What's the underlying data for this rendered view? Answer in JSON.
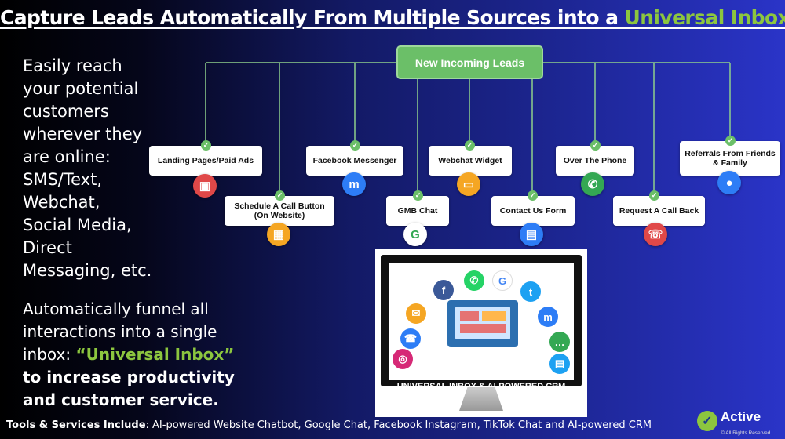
{
  "title": {
    "part1": "Capture Leads Automatically From Multiple Sources into a ",
    "highlight": "Universal Inbox"
  },
  "left_text": "Easily reach\nyour potential\ncustomers\nwherever they\nare online:\nSMS/Text,\nWebchat,\nSocial Media,\n Direct\nMessaging, etc.",
  "left2": {
    "pre": "Automatically funnel all interactions into a single inbox: ",
    "highlight": "“Universal Inbox”",
    "bold": " to increase productivity and customer service."
  },
  "diagram": {
    "root": "New Incoming Leads",
    "nodes": [
      {
        "label": "Landing Pages/Paid Ads",
        "icon": "landing-page-icon",
        "color": "#e04848"
      },
      {
        "label": "Schedule A Call Button (On Website)",
        "icon": "calendar-icon",
        "color": "#f5a623"
      },
      {
        "label": "Facebook Messenger",
        "icon": "messenger-icon",
        "color": "#2d7df6"
      },
      {
        "label": "GMB Chat",
        "icon": "google-icon",
        "color": "#34a853"
      },
      {
        "label": "Webchat Widget",
        "icon": "chat-bubble-icon",
        "color": "#f5a623"
      },
      {
        "label": "Contact Us Form",
        "icon": "form-icon",
        "color": "#2d7df6"
      },
      {
        "label": "Over The Phone",
        "icon": "phone-icon",
        "color": "#34a853"
      },
      {
        "label": "Request A Call Back",
        "icon": "phone-callback-icon",
        "color": "#e04848"
      },
      {
        "label": "Referrals From Friends & Family",
        "icon": "people-icon",
        "color": "#2d7df6"
      }
    ]
  },
  "monitor_label": "UNIVERSAL INBOX & AI-POWERED CRM",
  "footer": {
    "bold": "Tools & Services Include",
    "text": ": AI-powered Website Chatbot, Google Chat, Facebook Instagram, TikTok Chat and AI-powered CRM"
  },
  "logo": {
    "name": "Active",
    "sub": "© All Rights Reserved"
  }
}
